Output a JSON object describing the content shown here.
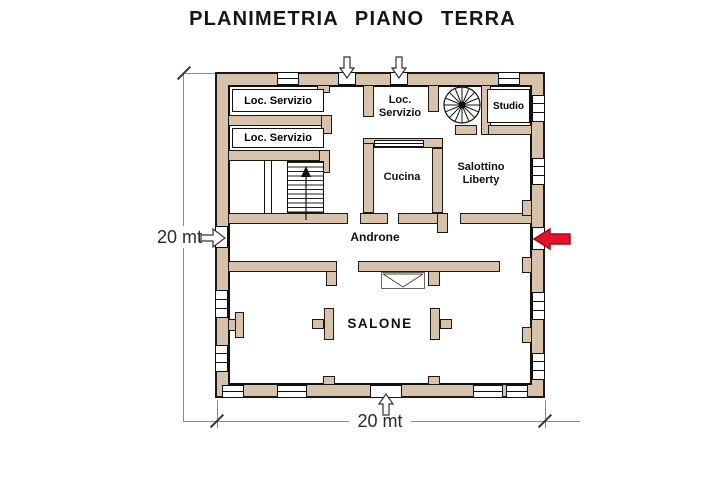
{
  "title": "PLANIMETRIA PIANO TERRA",
  "dimensions": {
    "left": "20 mt",
    "bottom": "20 mt"
  },
  "rooms": {
    "loc_servizio_1": "Loc. Servizio",
    "loc_servizio_2": "Loc. Servizio",
    "loc_servizio_mid": "Loc. Servizio",
    "cucina": "Cucina",
    "salottino": "Salottino Liberty",
    "studio": "Studio",
    "androne": "Androne",
    "salone": "SALONE"
  },
  "icons": {
    "red_arrow": "red-left-arrow",
    "top_entrance_arrows": "hollow-down-arrow",
    "left_entrance_arrow": "hollow-right-arrow",
    "bottom_entrance_arrow": "hollow-up-arrow",
    "stair_direction": "up-arrow",
    "spiral_stair": "radial-fan"
  },
  "colors": {
    "wall_fill": "#d8c2ac",
    "outline": "#1a1a1a",
    "red_arrow": "#e8112d",
    "dimension_line": "#8a8a8a",
    "background": "#ffffff"
  }
}
